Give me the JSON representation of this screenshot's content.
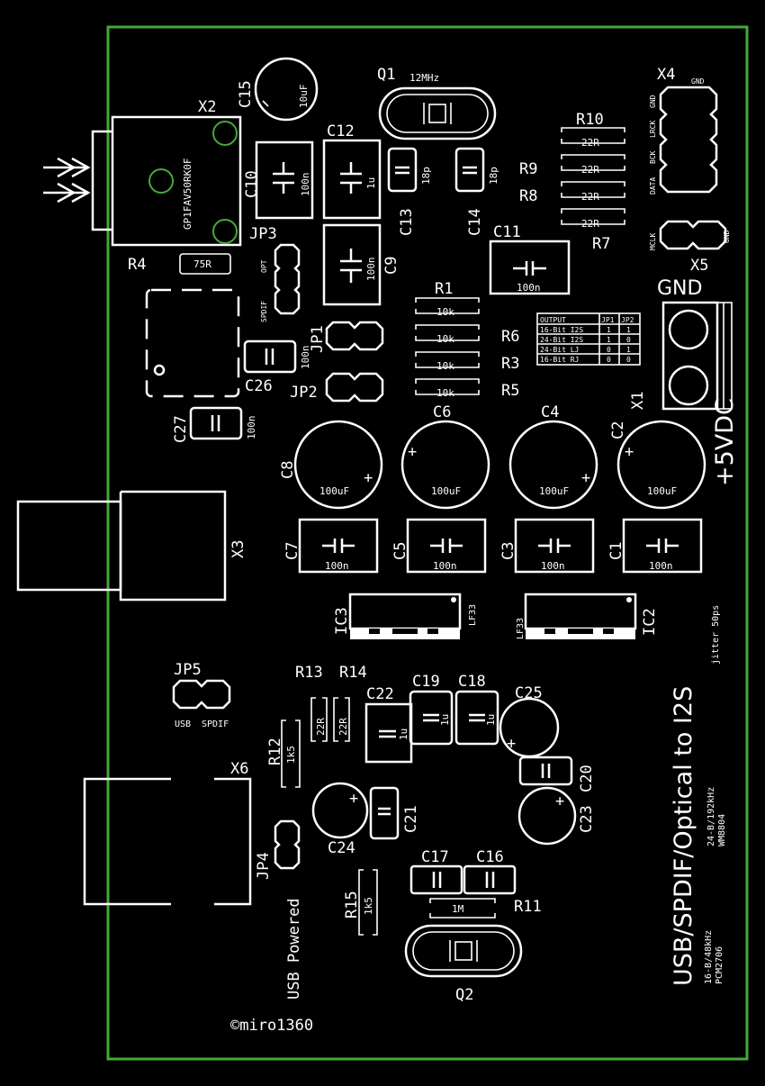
{
  "colors": {
    "background": "#000000",
    "silkscreen": "#ffffff",
    "board_outline": "#46a83a",
    "drill": "#46a83a"
  },
  "labels": {
    "q1": "Q1",
    "q1_freq": "12MHz",
    "q2": "Q2",
    "x1": "X1",
    "x2": "X2",
    "x3": "X3",
    "x4": "X4",
    "x5": "X5",
    "x6": "X6",
    "c1": "C1",
    "c2": "C2",
    "c3": "C3",
    "c4": "C4",
    "c5": "C5",
    "c6": "C6",
    "c7": "C7",
    "c8": "C8",
    "c9": "C9",
    "c10": "C10",
    "c11": "C11",
    "c12": "C12",
    "c13": "C13",
    "c14": "C14",
    "c15": "C15",
    "c16": "C16",
    "c17": "C17",
    "c18": "C18",
    "c19": "C19",
    "c20": "C20",
    "c21": "C21",
    "c22": "C22",
    "c23": "C23",
    "c24": "C24",
    "c25": "C25",
    "c26": "C26",
    "c27": "C27",
    "r1": "R1",
    "r3": "R3",
    "r4": "R4",
    "r5": "R5",
    "r6": "R6",
    "r7": "R7",
    "r8": "R8",
    "r9": "R9",
    "r10": "R10",
    "r11": "R11",
    "r12": "R12",
    "r13": "R13",
    "r14": "R14",
    "r15": "R15",
    "jp1": "JP1",
    "jp2": "JP2",
    "jp3": "JP3",
    "jp4": "JP4",
    "jp5": "JP5",
    "ic2": "IC2",
    "ic3": "IC3",
    "lf33_a": "LF33",
    "lf33_b": "LF33",
    "gnd": "GND",
    "plus5vdc": "+5VDC"
  },
  "values": {
    "uf10": "10uF",
    "n100": "100n",
    "u1": "1u",
    "p18": "18p",
    "r22": "22R",
    "k10": "10k",
    "r75": "75R",
    "uf100": "100uF",
    "k1_5": "1k5",
    "m1": "1M"
  },
  "optical": {
    "part": "GP1FAV50RK0F"
  },
  "jp3_opts": {
    "spdif": "SPDIF",
    "opt": "OPT"
  },
  "jp5_opts": {
    "usb": "USB",
    "spdif": "SPDIF"
  },
  "x4_pins": [
    "GND",
    "LRCK",
    "BCK",
    "DATA"
  ],
  "x4_gnd": "GND",
  "x5_pins": {
    "mclk": "MCLK",
    "gnd": "GND"
  },
  "output_table": {
    "headers": [
      "OUTPUT",
      "JP1",
      "JP2"
    ],
    "rows": [
      [
        "16-Bit I2S",
        "1",
        "1"
      ],
      [
        "24-Bit I2S",
        "1",
        "0"
      ],
      [
        "24-Bit LJ",
        "0",
        "1"
      ],
      [
        "16-Bit RJ",
        "0",
        "0"
      ]
    ]
  },
  "texts": {
    "jitter": "jitter 50ps",
    "title": "USB/SPDIF/Optical to I2S",
    "spec_24": "24-B/192kHz",
    "chip_24": "WM8804",
    "spec_16": "16-B/48kHz",
    "chip_16": "PCM2706",
    "usb_powered": "USB Powered",
    "copyright": "©miro1360"
  }
}
